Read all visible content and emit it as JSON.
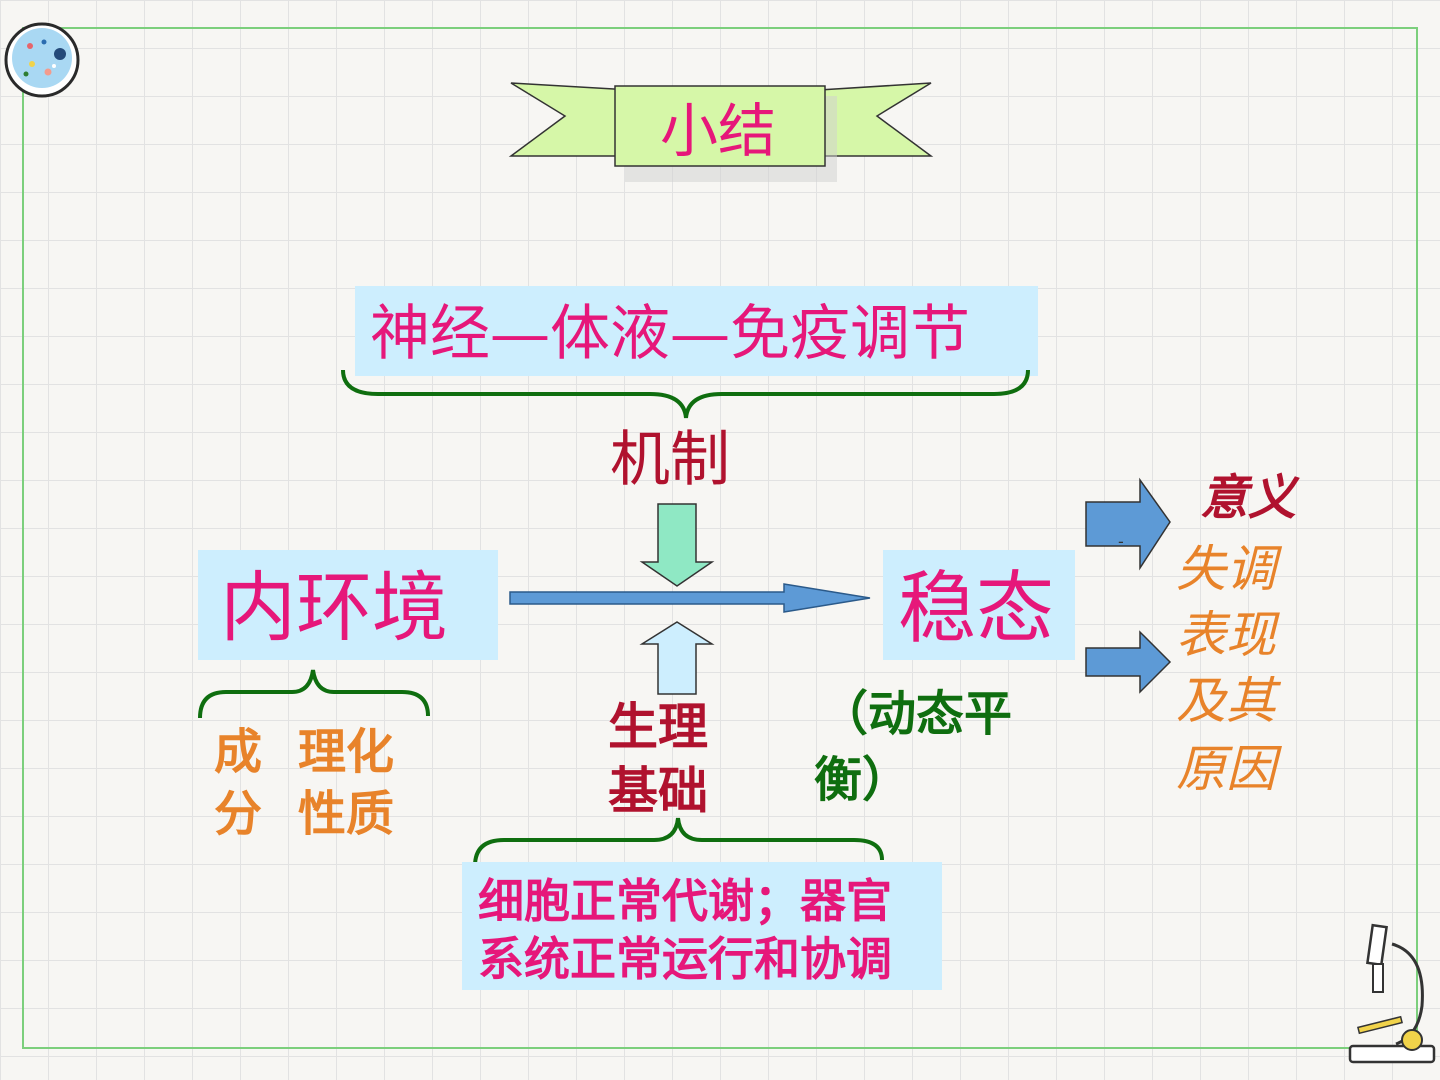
{
  "title_banner": {
    "text": "小结"
  },
  "top_box": {
    "text": "神经—体液—免疫调节"
  },
  "mechanism_label": "机制",
  "left_box": {
    "text": "内环境"
  },
  "right_box": {
    "text": "稳态"
  },
  "left_bottom": {
    "col1": [
      "成",
      "分"
    ],
    "col2": [
      "理化",
      "性质"
    ]
  },
  "basis_label": [
    "生理",
    "基础"
  ],
  "dynamic_balance": [
    "（动态平",
    "衡）"
  ],
  "bottom_box": {
    "lines": [
      "细胞正常代谢；器官",
      "系统正常运行和协调"
    ]
  },
  "right_side": {
    "meaning": "意义",
    "arrow_mark": "-",
    "lines": [
      "失调",
      "表现",
      "及其",
      "原因"
    ]
  },
  "colors": {
    "box_fill": "#cdeefe",
    "pink_text": "#e6177a",
    "dark_red_text": "#b0122e",
    "orange_text": "#e8832a",
    "green_text": "#0f6e0f",
    "brace": "#0f6e0f",
    "frame": "#7ccf7c",
    "banner_fill": "#d6f7a8"
  },
  "icons": [
    "petri-dish-icon",
    "microscope-icon"
  ]
}
